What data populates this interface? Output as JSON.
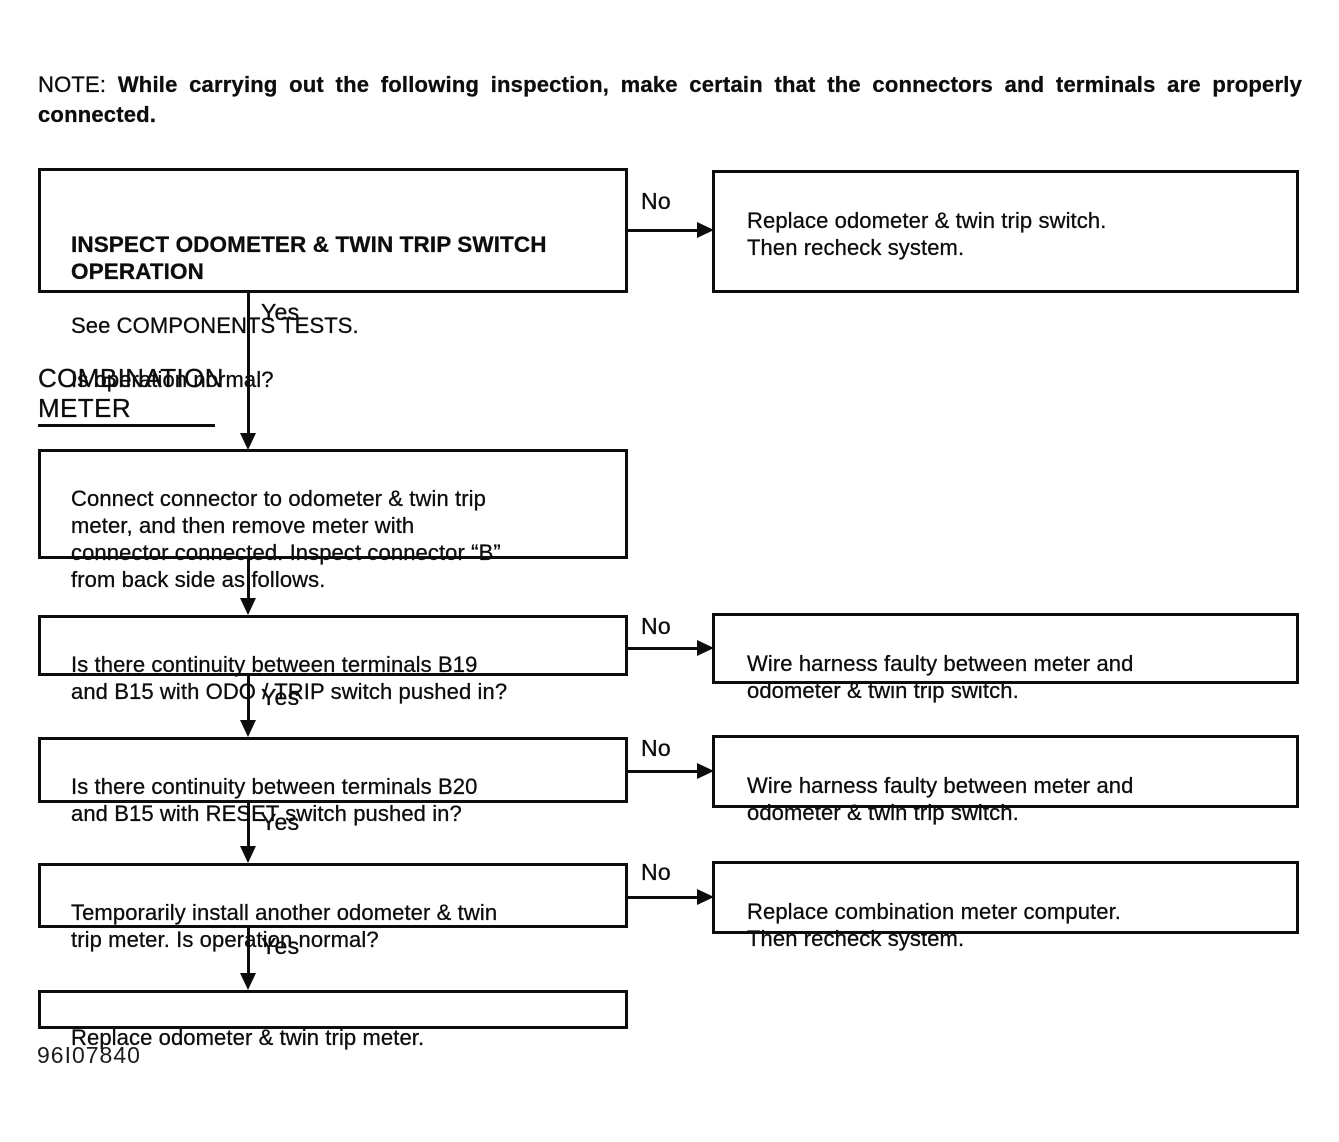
{
  "note": {
    "label": "NOTE:",
    "body": "While carrying out the following inspection, make certain that the connectors and terminals are properly connected."
  },
  "section_label": "COMBINATION\nMETER",
  "decision_labels": {
    "yes": "Yes",
    "no": "No"
  },
  "flowchart": {
    "step1": {
      "title": "INSPECT ODOMETER & TWIN TRIP SWITCH\nOPERATION",
      "line1": "See COMPONENTS TESTS.",
      "line2": "Is operation normal?"
    },
    "step1_no": "Replace odometer & twin trip switch.\nThen recheck system.",
    "step2": "Connect connector to odometer & twin trip\nmeter, and then remove meter with\nconnector connected. Inspect connector “B”\nfrom back side as follows.",
    "step3": "Is there continuity between terminals B19\nand B15 with ODO / TRIP switch pushed in?",
    "step3_no": "Wire harness faulty between meter and\nodometer & twin trip switch.",
    "step4": "Is there continuity between terminals B20\nand B15 with RESET switch pushed in?",
    "step4_no": "Wire harness faulty between meter and\nodometer & twin trip switch.",
    "step5": "Temporarily install another odometer & twin\ntrip meter. Is operation normal?",
    "step5_no": "Replace combination meter computer.\nThen recheck system.",
    "step6": "Replace odometer & twin trip meter."
  },
  "figure_id": "96I07840"
}
